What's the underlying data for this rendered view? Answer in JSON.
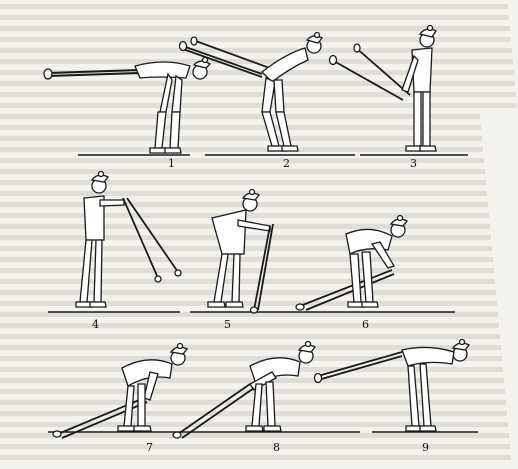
{
  "frames": [
    {
      "number": "1"
    },
    {
      "number": "2"
    },
    {
      "number": "3"
    },
    {
      "number": "4"
    },
    {
      "number": "5"
    },
    {
      "number": "6"
    },
    {
      "number": "7"
    },
    {
      "number": "8"
    },
    {
      "number": "9"
    }
  ],
  "colors": {
    "ink": "#1a1a1a",
    "paper": "#f4f2ed",
    "bleed_text": "#cfccc4"
  }
}
